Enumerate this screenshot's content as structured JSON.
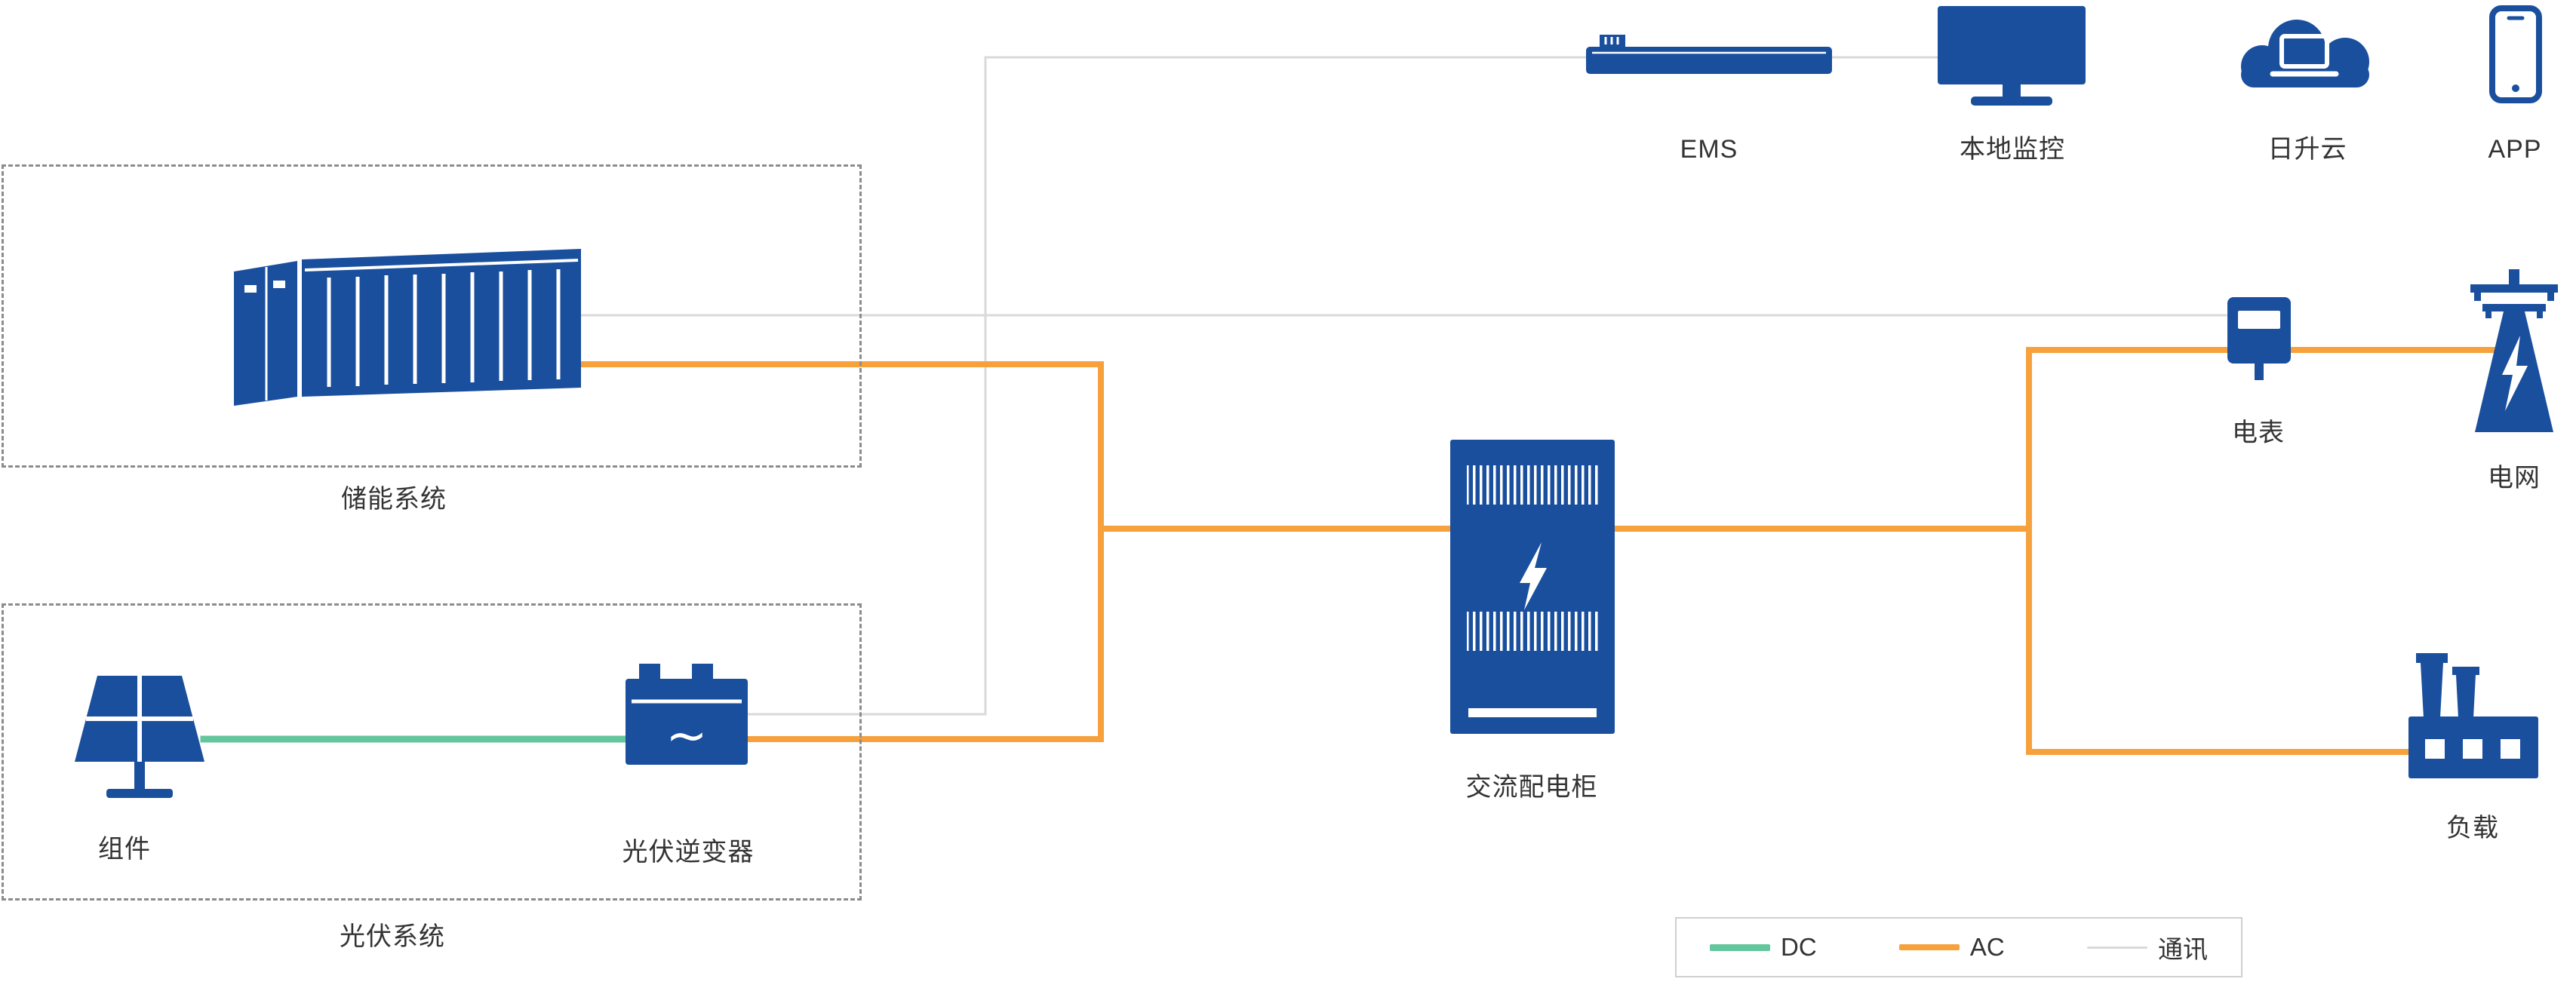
{
  "colors": {
    "device_blue": "#1A4F9E",
    "ac_orange": "#F7A13C",
    "dc_green": "#63C69C",
    "comm_gray": "#D9D9D9",
    "text": "#333333",
    "dashed_border": "#8C8C8C"
  },
  "nodes": {
    "ems": {
      "label": "EMS"
    },
    "local_monitor": {
      "label": "本地监控"
    },
    "cloud": {
      "label": "日升云"
    },
    "app": {
      "label": "APP"
    },
    "storage_system": {
      "label": "储能系统"
    },
    "module": {
      "label": "组件"
    },
    "inverter": {
      "label": "光伏逆变器",
      "symbol": "~"
    },
    "pv_system": {
      "label": "光伏系统"
    },
    "ac_cabinet": {
      "label": "交流配电柜"
    },
    "meter": {
      "label": "电表"
    },
    "grid": {
      "label": "电网"
    },
    "load": {
      "label": "负载"
    }
  },
  "legend": {
    "dc_label": "DC",
    "ac_label": "AC",
    "comm_label": "通讯"
  },
  "connections": [
    {
      "from": "module",
      "to": "inverter",
      "type": "DC"
    },
    {
      "from": "inverter",
      "to": "ac_cabinet",
      "type": "AC"
    },
    {
      "from": "storage_system",
      "to": "ac_cabinet",
      "type": "AC"
    },
    {
      "from": "ac_cabinet",
      "to": "grid",
      "type": "AC",
      "via": "meter"
    },
    {
      "from": "ac_cabinet",
      "to": "load",
      "type": "AC"
    },
    {
      "from": "storage_system",
      "to": "meter",
      "type": "通讯"
    },
    {
      "from": "inverter",
      "to": "ems",
      "type": "通讯"
    },
    {
      "from": "ems",
      "to": "local_monitor",
      "type": "通讯"
    }
  ]
}
